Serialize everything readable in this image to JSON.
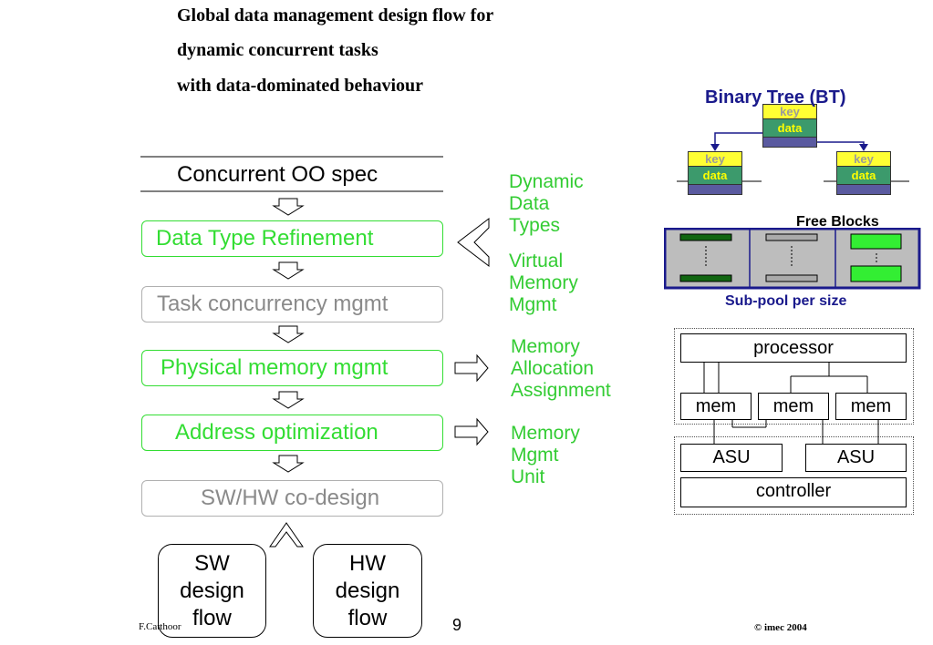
{
  "title": {
    "line1": "Global data management design flow for",
    "line2": "dynamic concurrent tasks",
    "line3": "with data-dominated behaviour"
  },
  "flow": {
    "spec": "Concurrent OO spec",
    "steps": [
      {
        "label": "Data Type Refinement"
      },
      {
        "label": "Task concurrency mgmt"
      },
      {
        "label": "Physical memory mgmt"
      },
      {
        "label": "Address optimization"
      },
      {
        "label": "SW/HW co-design"
      }
    ],
    "sw_flow": "SW\ndesign\nflow",
    "hw_flow": "HW\ndesign\nflow"
  },
  "side_notes": {
    "ddt": "Dynamic\nData\nTypes",
    "vmm": "Virtual\nMemory\nMgmt",
    "maa": "Memory\nAllocation\nAssignment",
    "mmu": "Memory\nMgmt\nUnit"
  },
  "bt": {
    "title": "Binary Tree (BT)",
    "key": "key",
    "data": "data"
  },
  "pool": {
    "free_blocks": "Free Blocks",
    "subpool": "Sub-pool per size"
  },
  "arch": {
    "processor": "processor",
    "mem": "mem",
    "asu": "ASU",
    "controller": "controller"
  },
  "footer": {
    "author": "F.Catthoor",
    "page": "9",
    "copyright": "© imec 2004"
  },
  "colors": {
    "accent_green": "#33dd33",
    "muted_gray": "#8a8a8a",
    "title_blue": "#1a1a8c",
    "key_yellow": "#ffff33",
    "data_green": "#3c9a6c"
  }
}
